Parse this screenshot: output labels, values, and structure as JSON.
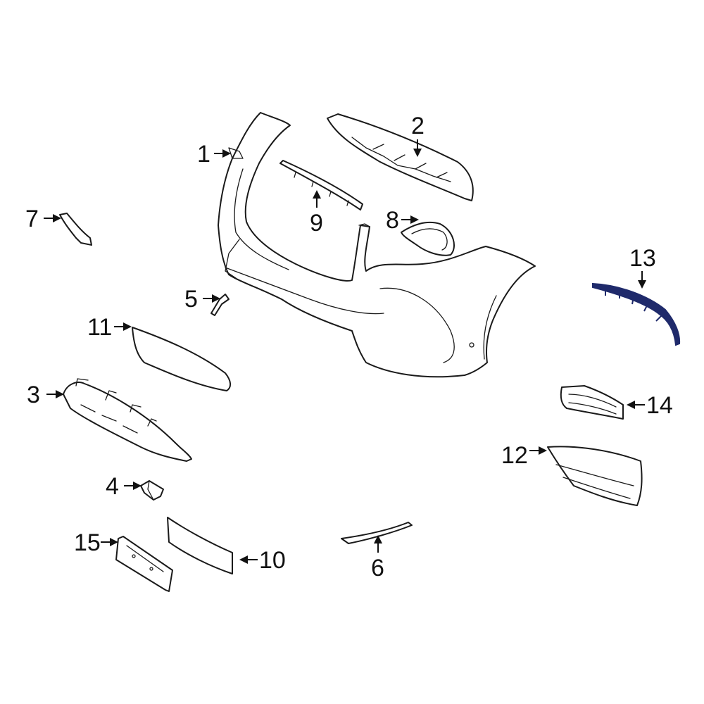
{
  "callouts": [
    {
      "id": "1",
      "label": "1",
      "highlight": false
    },
    {
      "id": "2",
      "label": "2",
      "highlight": false
    },
    {
      "id": "3",
      "label": "3",
      "highlight": false
    },
    {
      "id": "4",
      "label": "4",
      "highlight": false
    },
    {
      "id": "5",
      "label": "5",
      "highlight": false
    },
    {
      "id": "6",
      "label": "6",
      "highlight": false
    },
    {
      "id": "7",
      "label": "7",
      "highlight": false
    },
    {
      "id": "8",
      "label": "8",
      "highlight": false
    },
    {
      "id": "9",
      "label": "9",
      "highlight": false
    },
    {
      "id": "10",
      "label": "10",
      "highlight": false
    },
    {
      "id": "11",
      "label": "11",
      "highlight": false
    },
    {
      "id": "12",
      "label": "12",
      "highlight": false
    },
    {
      "id": "13",
      "label": "13",
      "highlight": true
    },
    {
      "id": "14",
      "label": "14",
      "highlight": false
    },
    {
      "id": "15",
      "label": "15",
      "highlight": false
    }
  ],
  "colors": {
    "line": "#1a1a1a",
    "highlight": "#1f2a6b",
    "background": "#ffffff"
  }
}
